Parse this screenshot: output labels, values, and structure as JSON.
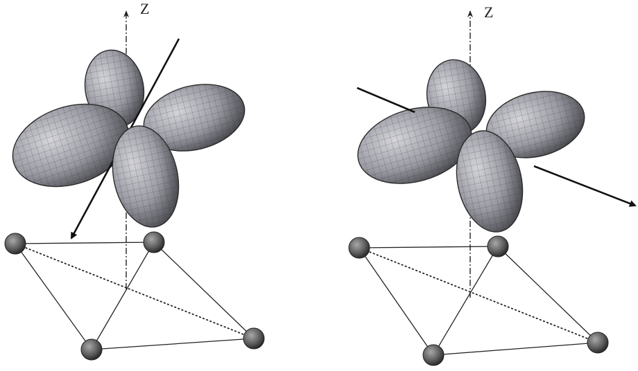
{
  "panels": [
    {
      "z_axis_label": "Z"
    },
    {
      "z_axis_label": "Z"
    }
  ],
  "colors": {
    "lobe_light": "#c9c9cf",
    "lobe_mid": "#8d8d96",
    "lobe_dark": "#3e3e44",
    "atom_light": "#9a9a9a",
    "atom_dark": "#2a2a2a",
    "line": "#222222"
  },
  "icons": [
    "orbital-lobe",
    "atom-sphere",
    "axis-arrow"
  ]
}
